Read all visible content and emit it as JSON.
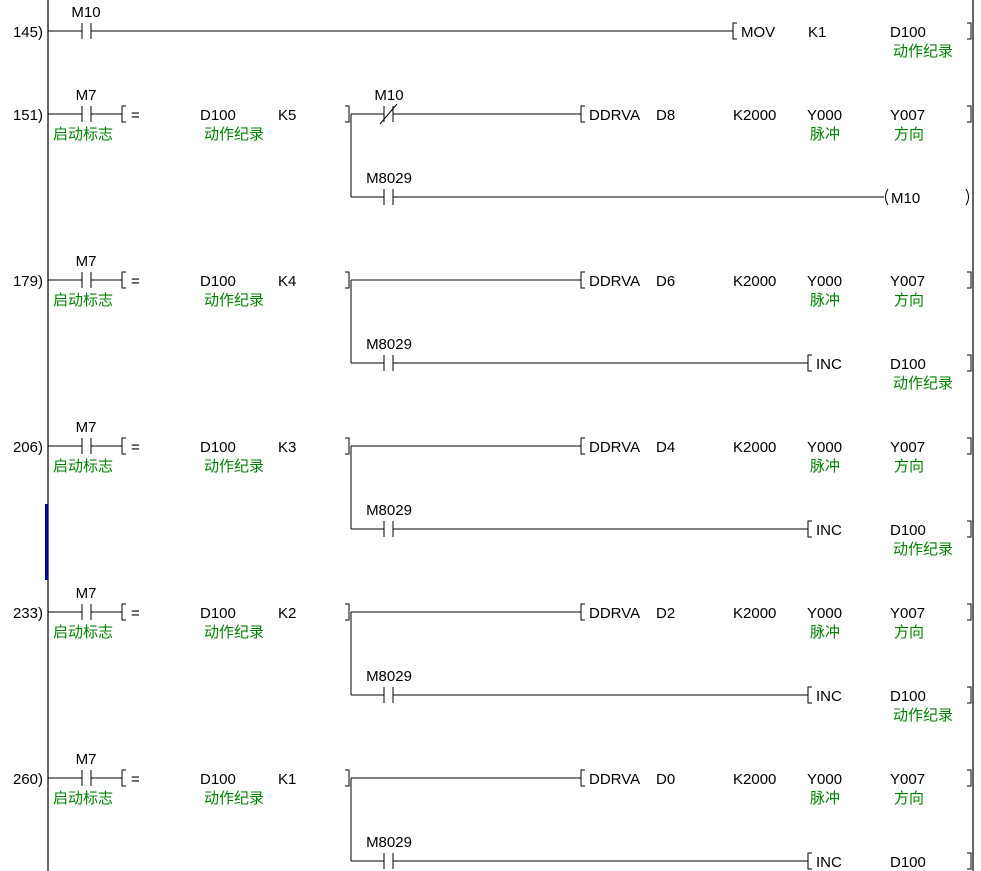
{
  "colors": {
    "text": "#000000",
    "comment": "#008000",
    "cursor": "#0000a0",
    "background": "#ffffff"
  },
  "rungs": [
    {
      "step": "145)",
      "compare": null,
      "contact": {
        "device": "M10",
        "type": "no",
        "comment": ""
      },
      "instruction": {
        "mnemonic": "MOV",
        "operands": [
          {
            "text": "K1",
            "comment": ""
          },
          {
            "text": "D100",
            "comment": "动作纪录"
          }
        ]
      }
    },
    {
      "step": "151)",
      "contact": {
        "device": "M7",
        "type": "no",
        "comment": "启动标志"
      },
      "compare": {
        "op": "=",
        "s1": "D100",
        "s1_comment": "动作纪录",
        "s2": "K5"
      },
      "branches": [
        {
          "contact": {
            "device": "M10",
            "type": "nc"
          },
          "instruction": {
            "mnemonic": "DDRVA",
            "operands": [
              {
                "text": "D8",
                "comment": ""
              },
              {
                "text": "K2000",
                "comment": ""
              },
              {
                "text": "Y000",
                "comment": "脉冲"
              },
              {
                "text": "Y007",
                "comment": "方向"
              }
            ]
          }
        },
        {
          "contact": {
            "device": "M8029",
            "type": "no"
          },
          "coil": {
            "device": "M10"
          }
        }
      ]
    },
    {
      "step": "179)",
      "contact": {
        "device": "M7",
        "type": "no",
        "comment": "启动标志"
      },
      "compare": {
        "op": "=",
        "s1": "D100",
        "s1_comment": "动作纪录",
        "s2": "K4"
      },
      "branches": [
        {
          "contact": null,
          "instruction": {
            "mnemonic": "DDRVA",
            "operands": [
              {
                "text": "D6",
                "comment": ""
              },
              {
                "text": "K2000",
                "comment": ""
              },
              {
                "text": "Y000",
                "comment": "脉冲"
              },
              {
                "text": "Y007",
                "comment": "方向"
              }
            ]
          }
        },
        {
          "contact": {
            "device": "M8029",
            "type": "no"
          },
          "instruction": {
            "mnemonic": "INC",
            "operands": [
              {
                "text": "D100",
                "comment": "动作纪录"
              }
            ]
          }
        }
      ]
    },
    {
      "step": "206)",
      "contact": {
        "device": "M7",
        "type": "no",
        "comment": "启动标志"
      },
      "compare": {
        "op": "=",
        "s1": "D100",
        "s1_comment": "动作纪录",
        "s2": "K3"
      },
      "branches": [
        {
          "contact": null,
          "instruction": {
            "mnemonic": "DDRVA",
            "operands": [
              {
                "text": "D4",
                "comment": ""
              },
              {
                "text": "K2000",
                "comment": ""
              },
              {
                "text": "Y000",
                "comment": "脉冲"
              },
              {
                "text": "Y007",
                "comment": "方向"
              }
            ]
          }
        },
        {
          "contact": {
            "device": "M8029",
            "type": "no"
          },
          "instruction": {
            "mnemonic": "INC",
            "operands": [
              {
                "text": "D100",
                "comment": "动作纪录"
              }
            ]
          }
        }
      ]
    },
    {
      "step": "233)",
      "contact": {
        "device": "M7",
        "type": "no",
        "comment": "启动标志"
      },
      "compare": {
        "op": "=",
        "s1": "D100",
        "s1_comment": "动作纪录",
        "s2": "K2"
      },
      "branches": [
        {
          "contact": null,
          "instruction": {
            "mnemonic": "DDRVA",
            "operands": [
              {
                "text": "D2",
                "comment": ""
              },
              {
                "text": "K2000",
                "comment": ""
              },
              {
                "text": "Y000",
                "comment": "脉冲"
              },
              {
                "text": "Y007",
                "comment": "方向"
              }
            ]
          }
        },
        {
          "contact": {
            "device": "M8029",
            "type": "no"
          },
          "instruction": {
            "mnemonic": "INC",
            "operands": [
              {
                "text": "D100",
                "comment": "动作纪录"
              }
            ]
          }
        }
      ]
    },
    {
      "step": "260)",
      "contact": {
        "device": "M7",
        "type": "no",
        "comment": "启动标志"
      },
      "compare": {
        "op": "=",
        "s1": "D100",
        "s1_comment": "动作纪录",
        "s2": "K1"
      },
      "branches": [
        {
          "contact": null,
          "instruction": {
            "mnemonic": "DDRVA",
            "operands": [
              {
                "text": "D0",
                "comment": ""
              },
              {
                "text": "K2000",
                "comment": ""
              },
              {
                "text": "Y000",
                "comment": "脉冲"
              },
              {
                "text": "Y007",
                "comment": "方向"
              }
            ]
          }
        },
        {
          "contact": {
            "device": "M8029",
            "type": "no"
          },
          "instruction": {
            "mnemonic": "INC",
            "operands": [
              {
                "text": "D100",
                "comment": ""
              }
            ]
          }
        }
      ]
    }
  ]
}
